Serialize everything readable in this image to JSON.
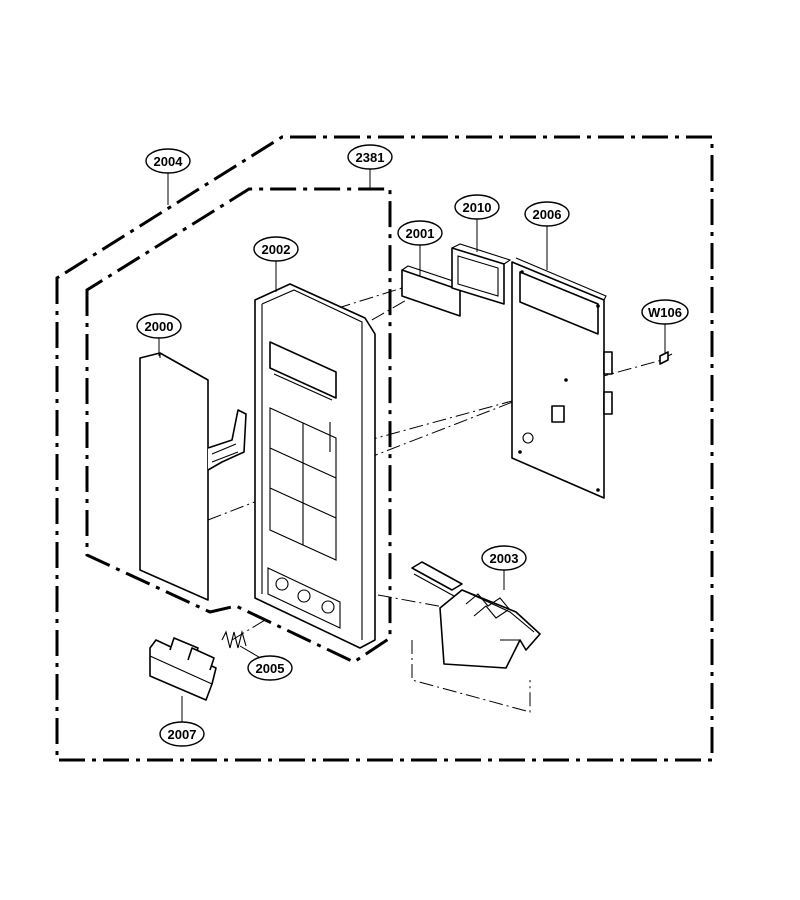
{
  "diagram": {
    "callouts": [
      {
        "id": "c2004",
        "label": "2004"
      },
      {
        "id": "c2381",
        "label": "2381"
      },
      {
        "id": "c2002",
        "label": "2002"
      },
      {
        "id": "c2001",
        "label": "2001"
      },
      {
        "id": "c2010",
        "label": "2010"
      },
      {
        "id": "c2006",
        "label": "2006"
      },
      {
        "id": "cW106",
        "label": "W106"
      },
      {
        "id": "c2000",
        "label": "2000"
      },
      {
        "id": "c2003",
        "label": "2003"
      },
      {
        "id": "c2005",
        "label": "2005"
      },
      {
        "id": "c2007",
        "label": "2007"
      }
    ]
  }
}
